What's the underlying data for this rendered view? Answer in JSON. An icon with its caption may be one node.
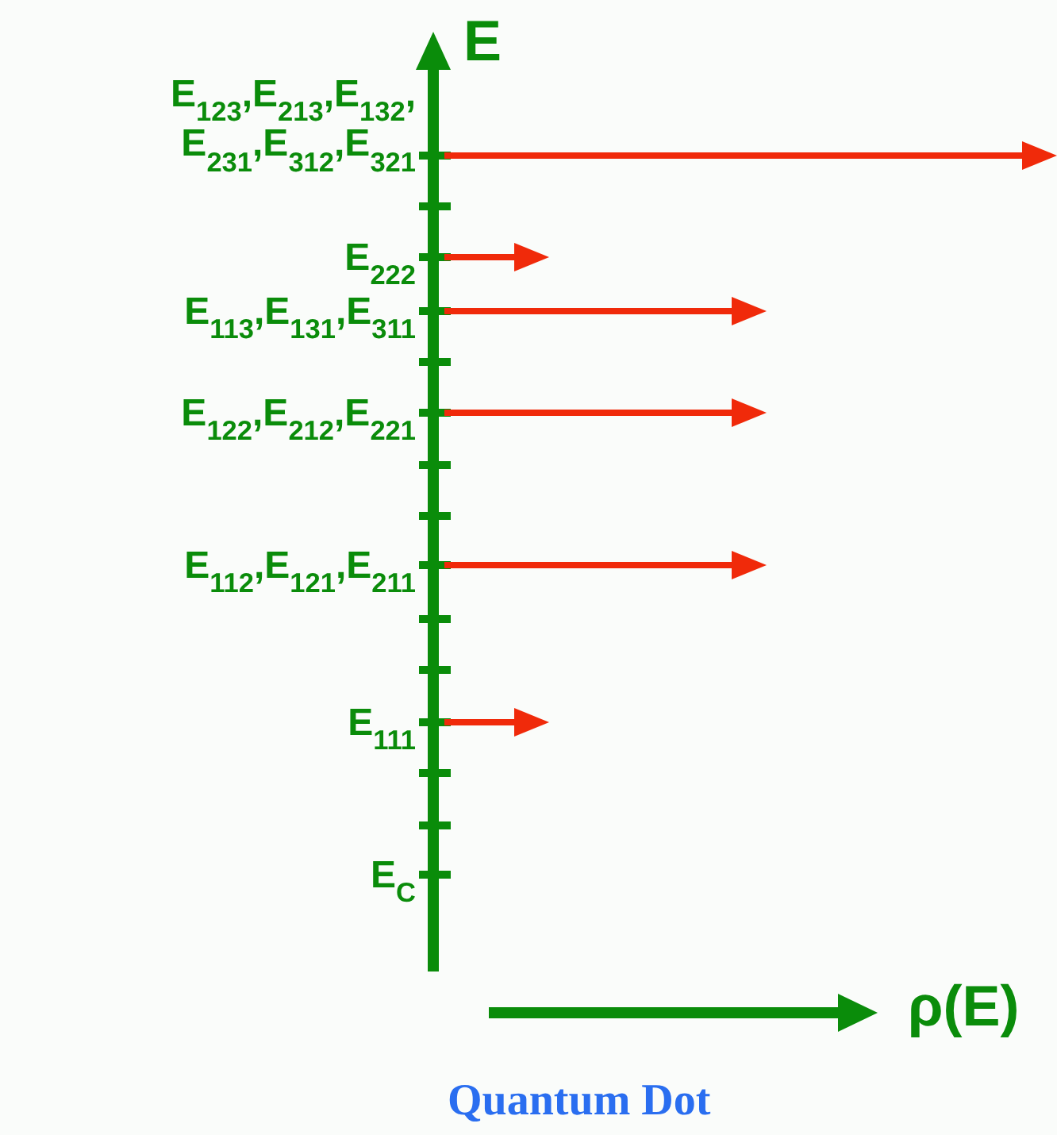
{
  "diagram": {
    "caption": "Quantum Dot",
    "labels": [
      "E",
      "E$_{123}$,E$_{213}$,E$_{132}$, E$_{231}$,E$_{312}$,E$_{321}$",
      "E$_{222}$",
      "E$_{113}$,E$_{131}$,E$_{311}$",
      "E$_{122}$,E$_{212}$,E$_{221}$",
      "E$_{112}$,E$_{121}$,E$_{211}$",
      "E$_{111}$",
      "E$_{C}$",
      "ρ(E)"
    ]
  }
}
